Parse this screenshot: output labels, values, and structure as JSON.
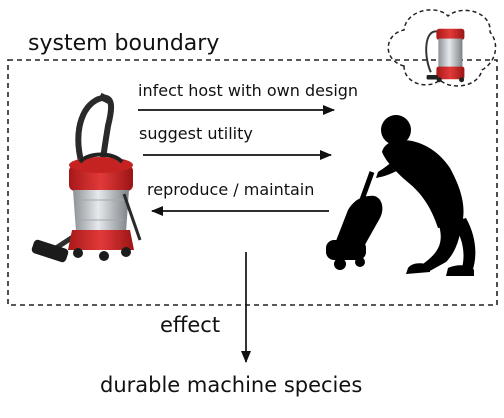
{
  "diagram": {
    "system_label": "system boundary",
    "arrows": {
      "infect": "infect host with own design",
      "suggest": "suggest utility",
      "reproduce": "reproduce / maintain",
      "effect": "effect"
    },
    "result_label": "durable machine species"
  },
  "colors": {
    "vacuum_red": "#d42a2a",
    "vacuum_silver": "#bfc4c8",
    "silhouette": "#000000",
    "boundary": "#222222"
  },
  "icons": {
    "vacuum": "vacuum-cleaner-icon",
    "person": "person-vacuuming-silhouette-icon",
    "small_vacuum": "small-vacuum-cleaner-icon"
  }
}
